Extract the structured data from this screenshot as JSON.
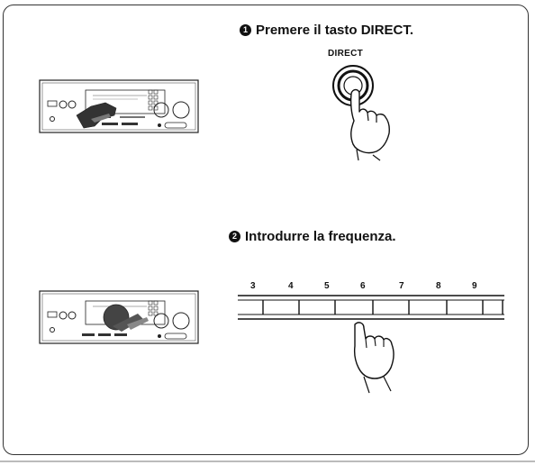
{
  "step1": {
    "number": "1",
    "title": "Premere il tasto DIRECT.",
    "button_label": "DIRECT"
  },
  "step2": {
    "number": "2",
    "title": "Introdurre la frequenza.",
    "keys": [
      "3",
      "4",
      "5",
      "6",
      "7",
      "8",
      "9"
    ]
  }
}
